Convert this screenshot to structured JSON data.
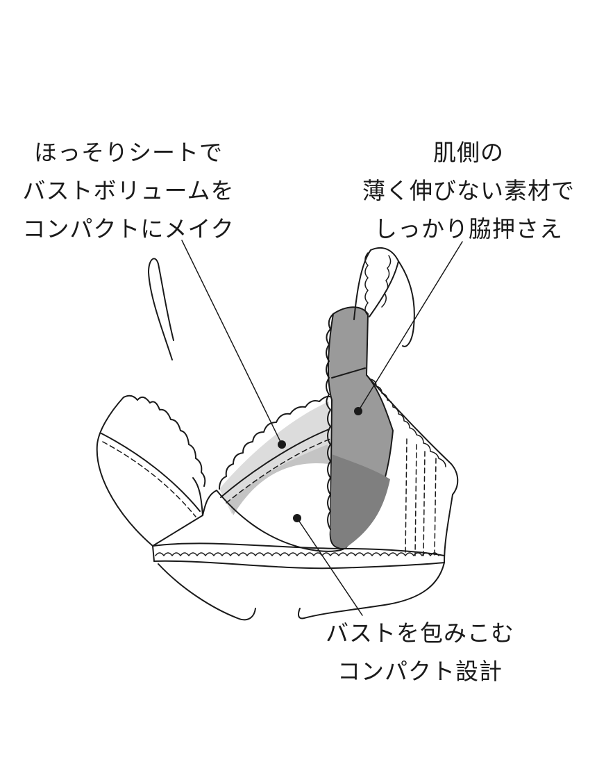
{
  "callouts": {
    "left": {
      "lines": [
        "ほっそりシートで",
        "バストボリュームを",
        "コンパクトにメイク"
      ]
    },
    "right": {
      "lines": [
        "肌側の",
        "薄く伸びない素材で",
        "しっかり脇押さえ"
      ]
    },
    "bottom": {
      "lines": [
        "バストを包みこむ",
        "コンパクト設計"
      ]
    }
  },
  "colors": {
    "line": "#1a1a1a",
    "sheet_light": "#dcdcdc",
    "sheet_mid": "#c4c4c4",
    "side_panel": "#9a9a9a",
    "side_panel_dark": "#7f7f7f",
    "background": "#ffffff"
  }
}
